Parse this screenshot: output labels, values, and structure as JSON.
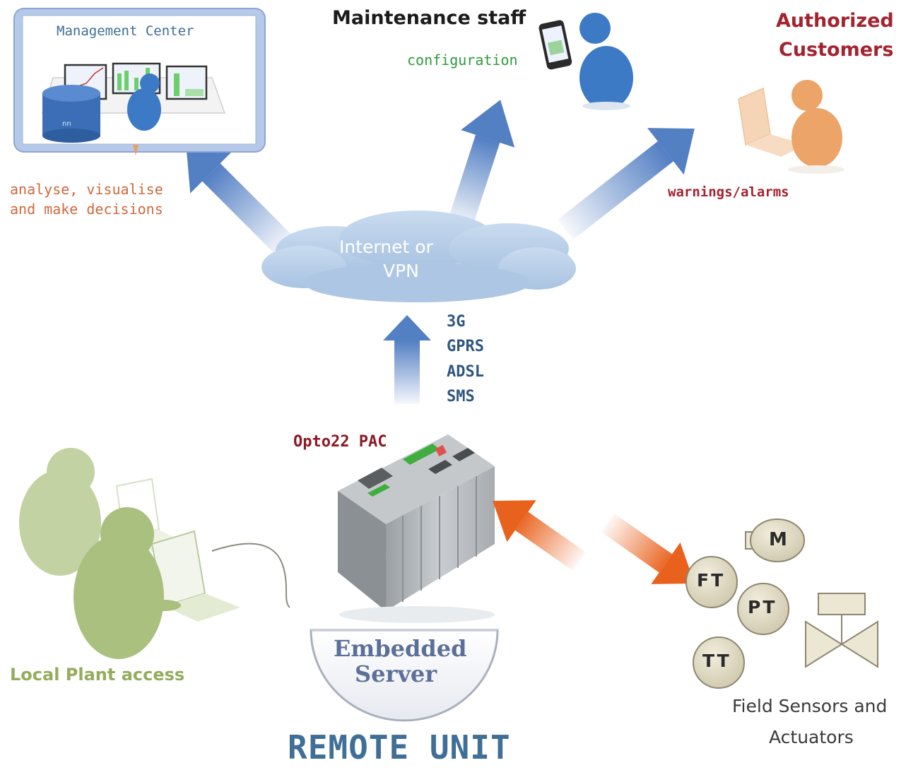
{
  "colors": {
    "blue_arrow": "#4a78c0",
    "orange_arrow": "#e8621e",
    "cloud": "#b9cfe8",
    "person_blue": "#3d7ac6",
    "person_orange": "#eda468",
    "person_green": "#a9c07e",
    "sensor_fill": "#dcd6bf",
    "text_green": "#2e9a3a",
    "text_red": "#a3232f",
    "text_orange": "#d0683c",
    "text_blue_mono": "#2f5680",
    "text_olive": "#93ad5c",
    "text_navy": "#3f6e97"
  },
  "management_center": {
    "title": "Management Center",
    "icons": [
      "monitor-icon",
      "database-icon",
      "person-icon"
    ]
  },
  "maintenance": {
    "title": "Maintenance staff",
    "action": "configuration",
    "icons": [
      "person-icon",
      "phone-icon"
    ]
  },
  "customers": {
    "title_line1": "Authorized",
    "title_line2": "Customers",
    "action": "warnings/alarms",
    "icons": [
      "person-icon",
      "laptop-icon"
    ]
  },
  "analyse": {
    "line1": "analyse, visualise",
    "line2": "and make decisions"
  },
  "cloud": {
    "line1": "Internet or",
    "line2": "VPN"
  },
  "links": [
    "3G",
    "GPRS",
    "ADSL",
    "SMS"
  ],
  "pac": {
    "label": "Opto22 PAC"
  },
  "embedded": {
    "line1": "Embedded",
    "line2": "Server"
  },
  "remote_unit": "REMOTE UNIT",
  "local": {
    "label": "Local Plant access",
    "icons": [
      "person-icon",
      "laptop-icon"
    ]
  },
  "field": {
    "sensors": [
      "M",
      "FT",
      "PT",
      "TT"
    ],
    "label_line1": "Field Sensors and",
    "label_line2": "Actuators",
    "icons": [
      "valve-icon"
    ]
  }
}
